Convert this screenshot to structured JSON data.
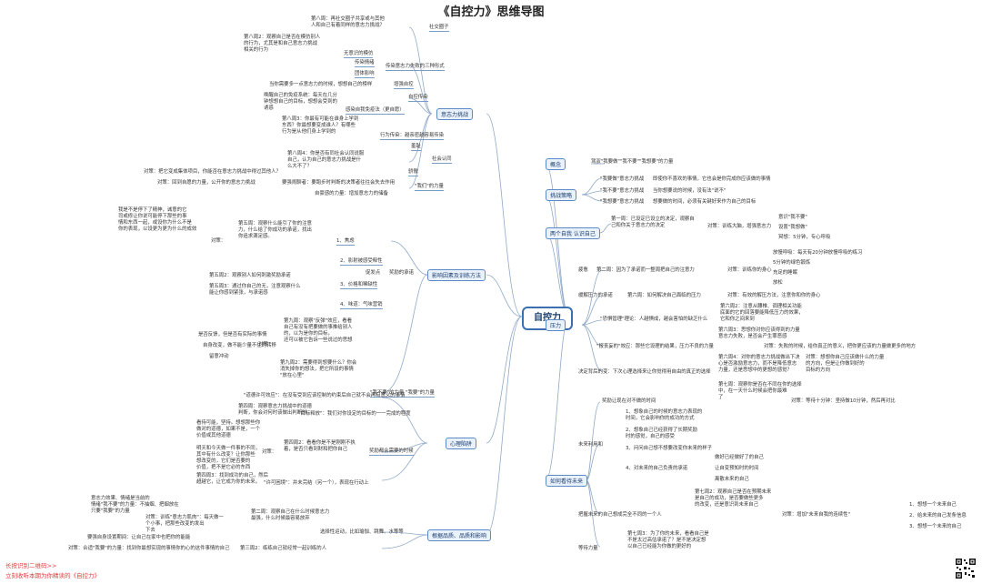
{
  "title": "《自控力》思维导图",
  "center": "自控力",
  "footer": {
    "line1": "长按识别二维码>>",
    "line2": "立刻收听本期为你精读的《自控力》"
  },
  "branches": [
    {
      "id": "b-yizhili",
      "label": "意志力挑战"
    },
    {
      "id": "b-yingxiang",
      "label": "影响因素及训练方法"
    },
    {
      "id": "b-xinli",
      "label": "心理陷阱"
    },
    {
      "id": "b-bianjie",
      "label": "根据品质、品质和影响"
    },
    {
      "id": "b-gainian",
      "label": "概念"
    },
    {
      "id": "b-tiaozhan",
      "label": "挑战策略"
    },
    {
      "id": "b-liangge",
      "label": "两个自我 认识自己"
    },
    {
      "id": "b-yali",
      "label": "压力"
    },
    {
      "id": "b-weilai",
      "label": "如何看待未来"
    }
  ],
  "nodes": [
    {
      "id": "n1",
      "text": "第八周：再社交圈子共享或与其他\n人和自己有着同样的意志力挑战？"
    },
    {
      "id": "n2",
      "text": "社交圈子"
    },
    {
      "id": "n3",
      "text": "第八周2：观察自己是否在模仿别人\n的行为，尤其是和自己意志力挑战\n相关的行为"
    },
    {
      "id": "n4",
      "text": "无意识的模仿"
    },
    {
      "id": "n5",
      "text": "传染情绪"
    },
    {
      "id": "n6",
      "text": "团体影响"
    },
    {
      "id": "n7",
      "text": "传染意志力失败的三种形式"
    },
    {
      "id": "n8",
      "text": "当你需要多一点意志力的时候，想想自己的榜样"
    },
    {
      "id": "n9",
      "text": "增强自控"
    },
    {
      "id": "n10",
      "text": "唤醒自己的免疫系统：每天在几分\n钟想想自己的目标，想想会受到的\n诱惑"
    },
    {
      "id": "n11",
      "text": "感染自我免疫法（更自愿）"
    },
    {
      "id": "n12",
      "text": "自控传染"
    },
    {
      "id": "n13",
      "text": "意志力挑战"
    },
    {
      "id": "n14",
      "text": "第八周3：你最有可能在谁身上学到\n东西？你最想要变成谁人？有哪些\n行为是从他们身上学到的"
    },
    {
      "id": "n15",
      "text": "行为传染：越亲密越容易传染"
    },
    {
      "id": "n16",
      "text": "羞耻"
    },
    {
      "id": "n17",
      "text": "社会认同"
    },
    {
      "id": "n18",
      "text": "第八周4：你是否有同社会认同说服\n自己，认为自己的意志力挑战是什\n么大不了？"
    },
    {
      "id": "n19",
      "text": "骄傲"
    },
    {
      "id": "n20",
      "text": "对策：把它变成集体项目，你能否在意志力挑战中得过其他人？"
    },
    {
      "id": "n21",
      "text": "对策：回到自愿的力量，公开你的意志力挑战"
    },
    {
      "id": "n22",
      "text": "要强闹聊者：要跑步时判断的决策者往往会失去作用"
    },
    {
      "id": "n23",
      "text": "\"我们\"的力量"
    },
    {
      "id": "n24",
      "text": "自豪感的力量：增加意志力的储备"
    },
    {
      "id": "n25",
      "text": "我是不是停下了精神，诚意的它\n司或修让你说可能停下那些的事\n情和东西一起，或设你为什么不是\n你的表现，以设更为更为什么的成效"
    },
    {
      "id": "n26",
      "text": "对策："
    },
    {
      "id": "n27",
      "text": "第五周：观察什么能引了你的注意\n力，什么给了你成功的承诺，找出\n你追求满足感。"
    },
    {
      "id": "n28",
      "text": "1、焦虑"
    },
    {
      "id": "n29",
      "text": "2、影射被感受释性"
    },
    {
      "id": "n30",
      "text": "促发点"
    },
    {
      "id": "n31",
      "text": "奖励的承诺"
    },
    {
      "id": "n32",
      "text": "影响因素及训练方法"
    },
    {
      "id": "n33",
      "text": "第五周2：观察别人如何刺激奖励承诺"
    },
    {
      "id": "n34",
      "text": "第五周3：通过你自己的无，注意观察什么\n能让你感到紧张，与承诺感"
    },
    {
      "id": "n35",
      "text": "3、价格和稀缺性"
    },
    {
      "id": "n36",
      "text": "4、味道：气味营销"
    },
    {
      "id": "n37",
      "text": "是否反馈，但是否有实际的事情"
    },
    {
      "id": "n38",
      "text": "自身改变，做不能少量不住的转移"
    },
    {
      "id": "n39",
      "text": "留意冲动"
    },
    {
      "id": "n40",
      "text": "对策："
    },
    {
      "id": "n41",
      "text": "第九周：观察\"反弹\"效应，看看\n自己有没有把要做的事推给别人\n的，以为是你的目标，\n还可以被它告诉一些说过的思想"
    },
    {
      "id": "n42",
      "text": "第九周2：需要得到想要什么？你会\n消失掉你的想法，把它所设的事情\n\"放在心里\""
    },
    {
      "id": "n43",
      "text": "\"我不要\"的力量 \"我要\"的力量"
    },
    {
      "id": "n44",
      "text": "\"道德许可效应\"：在没有受到应该控制的约束后自己就不会再有意义的事情"
    },
    {
      "id": "n45",
      "text": "第四周：观察意志力挑战中的道德\n判断，你会对何时该做出判断时"
    },
    {
      "id": "n46",
      "text": "\"目标释放\"：我们对你设定的目标的一一完成的程度"
    },
    {
      "id": "n47",
      "text": "看待可能，坚持。想想那些你\n做对的道德，如果不是，一个\n价值或其他道德"
    },
    {
      "id": "n48",
      "text": "心理陷阱"
    },
    {
      "id": "n49",
      "text": "明天和今天做一件事的不同，\n其中有什么改变？让你那些\n想改变的，它们是否要的\n价值，把不是它必的东西"
    },
    {
      "id": "n50",
      "text": "对策："
    },
    {
      "id": "n51",
      "text": "第四周2：看看你是不是刚刚不执\n着，是否只看到财和把你自己"
    },
    {
      "id": "n52",
      "text": "奖励都会需要的时候"
    },
    {
      "id": "n53",
      "text": "第四周3：找到成功的自己，然后\n超越它，让它成为你的未来。"
    },
    {
      "id": "n54",
      "text": "\"许可困境\"：并未完结（另一个），表现在行动上"
    },
    {
      "id": "n55",
      "text": "意志力效果、情绪是当前的\n情绪\"我不要\"的力量：不抽烟、把烟放在\n只要\"我要\"的力量"
    },
    {
      "id": "n56",
      "text": "对策：训练\"意志力肌肉\"：每天做一\n个小事，把那些改变的发出\n下去"
    },
    {
      "id": "n57",
      "text": "第二周：观察自己在什么时候意志力\n最强，什么时候最容易放弃"
    },
    {
      "id": "n58",
      "text": "要强自身设置期间：让自己在家中也把你的能能"
    },
    {
      "id": "n59",
      "text": "选择性运动，比如瑜伽、跳舞、水等等"
    },
    {
      "id": "n60",
      "text": "对策：合适\"我要\"的力量：找到你最想实现的事情你的心的这件事情的自己"
    },
    {
      "id": "n61",
      "text": "第三周2：练练自己就经常一起训练的人"
    },
    {
      "id": "n62",
      "text": "根据品质、品质和影响"
    },
    {
      "id": "n63",
      "text": "概念"
    },
    {
      "id": "n64",
      "text": "驾驭\"我要做\"\"我不要\"\"我想要\"的力量"
    },
    {
      "id": "n65",
      "text": "挑战策略"
    },
    {
      "id": "n66",
      "text": "\"我要做\"意志力挑战"
    },
    {
      "id": "n67",
      "text": "即使你不喜欢的事情，它也会是你完成你应该做的事情"
    },
    {
      "id": "n68",
      "text": "\"我不要\"意志力挑战"
    },
    {
      "id": "n69",
      "text": "当你想要说的时候，没有法\"说不\""
    },
    {
      "id": "n70",
      "text": "\"我想要\"意志力挑战"
    },
    {
      "id": "n71",
      "text": "想要做的时间，必须有关键好来作为自己的目标"
    },
    {
      "id": "n72",
      "text": "两个自我 认识自己"
    },
    {
      "id": "n73",
      "text": "第一周：已设定已设立的决定，观察自\n己和你关于意志力的决定"
    },
    {
      "id": "n74",
      "text": "对策：训练大脑，增强意志力"
    },
    {
      "id": "n75",
      "text": "意识\"我不要\""
    },
    {
      "id": "n76",
      "text": "设置\"我想做\""
    },
    {
      "id": "n77",
      "text": "冥想：5分钟，专心呼吸"
    },
    {
      "id": "n78",
      "text": "放慢呼吸：每天有20分钟放慢呼吸的练习"
    },
    {
      "id": "n79",
      "text": "5分钟的绿色锻炼"
    },
    {
      "id": "n80",
      "text": "充足的睡眠"
    },
    {
      "id": "n81",
      "text": "放松"
    },
    {
      "id": "n82",
      "text": "疲惫"
    },
    {
      "id": "n83",
      "text": "第二周：因为了承诺而一整周把自己的注意力"
    },
    {
      "id": "n84",
      "text": "对策：训练你的身心"
    },
    {
      "id": "n85",
      "text": "缓解压力的承诺"
    },
    {
      "id": "n86",
      "text": "第六周：如何解决自己面临的压力"
    },
    {
      "id": "n87",
      "text": "对策：有效的解压方法，注意你和你的身心"
    },
    {
      "id": "n88",
      "text": "压力"
    },
    {
      "id": "n89",
      "text": "第六周2：注意从腰椎、调理相关功能\n底面的它的回落要能降低压力的效果，\n它和你之间来到"
    },
    {
      "id": "n90",
      "text": "\"恐惧管理\"理论：人越惧成，越会害怕的缺乏什么"
    },
    {
      "id": "n91",
      "text": "第六周3：思想你对你应该得到的力量\n意志力失败，是否会产生罪恶感"
    },
    {
      "id": "n92",
      "text": "\"报丧妄的\"效应：那些它设理的结果，压力不良的力量"
    },
    {
      "id": "n93",
      "text": "对策：失败的时候，给你真正的意义，把你更应该的力量做更多的地方"
    },
    {
      "id": "n94",
      "text": "第六周4：对你的意志力挑战做出下决\n心是否激励意志力，而不是降低意志\n力量，还是思想中的更想的感觉？"
    },
    {
      "id": "n95",
      "text": "对策：想想你自己应该做什么的力量\n的方向，但是让你做到好的\n目标的方向"
    },
    {
      "id": "n96",
      "text": "决定背后的变：下次心理选择来让你觉得用自由的真正的选择"
    },
    {
      "id": "n97",
      "text": "第七周：观察你是否在不同在你的选择\n中，在一天什么时候会把你最难\n了"
    },
    {
      "id": "n98",
      "text": "奖励让现在对不做的时间"
    },
    {
      "id": "n99",
      "text": "对策：等待十分钟：坚持做10分钟，然后再对比"
    },
    {
      "id": "n100",
      "text": "1、想象自己的时候的意志力表现的\n时间，它会影响你的成功的方式"
    },
    {
      "id": "n101",
      "text": "2、想象自己已经获得了长期奖励\n时的感觉，自己的感受"
    },
    {
      "id": "n102",
      "text": "3、问问自己想不想要改变你未来的样子"
    },
    {
      "id": "n103",
      "text": "做好已经做好了的自己"
    },
    {
      "id": "n104",
      "text": "让自变预知时的时间"
    },
    {
      "id": "n105",
      "text": "离散未来的自己"
    },
    {
      "id": "n106",
      "text": "4、对未来的自己负责的承诺"
    },
    {
      "id": "n107",
      "text": "未来利用和"
    },
    {
      "id": "n108",
      "text": "第七周2：观察自己是否在预期未来\n是自己的成功，是否要做些更多\n的改变，还是意识到未来自己"
    },
    {
      "id": "n109",
      "text": "对策：增加\"未来自我的连续性\""
    },
    {
      "id": "n110",
      "text": "1、想想一个未来自己"
    },
    {
      "id": "n111",
      "text": "2、给未来的自己发条信息"
    },
    {
      "id": "n112",
      "text": "3、想想一个未来的自己"
    },
    {
      "id": "n113",
      "text": "如何看待未来"
    },
    {
      "id": "n114",
      "text": "第七周3：为了你的未来，看看自己是\n不是太过高估承诺了？是不是决定想\n以自己已经能为你做的更好的"
    },
    {
      "id": "n115",
      "text": "等待力量"
    },
    {
      "id": "n116",
      "text": "把握未来的自己想成完全不同的一个人"
    }
  ]
}
